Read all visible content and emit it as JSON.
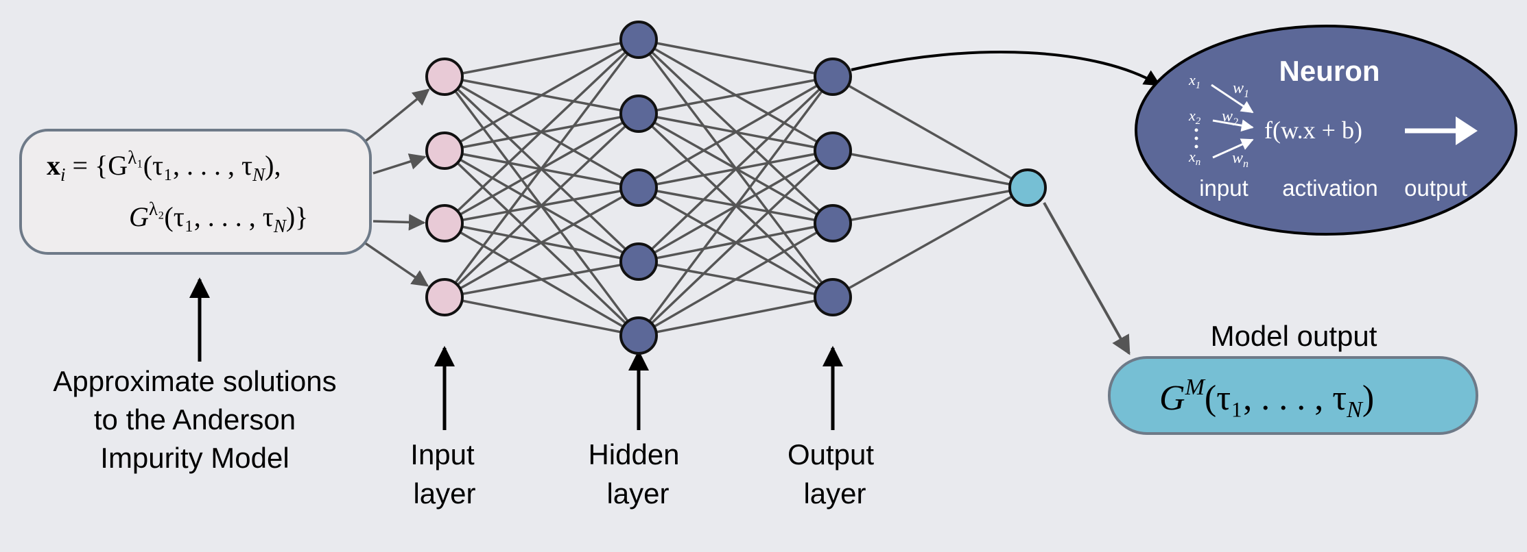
{
  "input_box": {
    "line1": "x",
    "line1_sub": "i",
    "line1_eq": " = {G",
    "line1_sup": "λ₁",
    "line1_tail": "(τ₁, . . . , τ",
    "line1_subN": "N",
    "line1_end": "),",
    "line2": "G",
    "line2_sup": "λ₂",
    "line2_tail": "(τ₁, . . . , τ",
    "line2_subN": "N",
    "line2_end": ")}"
  },
  "labels": {
    "approx_line1": "Approximate solutions",
    "approx_line2": "to the Anderson",
    "approx_line3": "Impurity Model",
    "input_layer_1": "Input",
    "input_layer_2": "layer",
    "hidden_layer_1": "Hidden",
    "hidden_layer_2": "layer",
    "output_layer_1": "Output",
    "output_layer_2": "layer"
  },
  "neuron": {
    "title": "Neuron",
    "x1": "x",
    "x1_sub": "1",
    "x2": "x",
    "x2_sub": "2",
    "xn": "x",
    "xn_sub": "n",
    "w1": "w",
    "w1_sub": "1",
    "w2": "w",
    "w2_sub": "2",
    "wn": "w",
    "wn_sub": "n",
    "activation_fn": "f(w.x + b)",
    "input_label": "input",
    "activation_label": "activation",
    "output_label": "output"
  },
  "model_output": {
    "title": "Model output",
    "formula_G": "G",
    "formula_sup": "M",
    "formula_tail": "(τ₁, . . . , τ",
    "formula_subN": "N",
    "formula_end": ")"
  },
  "colors": {
    "background": "#e9eaee",
    "input_node": "#e8cad6",
    "hidden_node": "#5c6898",
    "output_node": "#76bfd4",
    "input_box_fill": "#efedee",
    "input_box_stroke": "#6e7a88",
    "neuron_fill": "#5c6898",
    "model_output_fill": "#76bfd4",
    "edge": "#555555"
  }
}
